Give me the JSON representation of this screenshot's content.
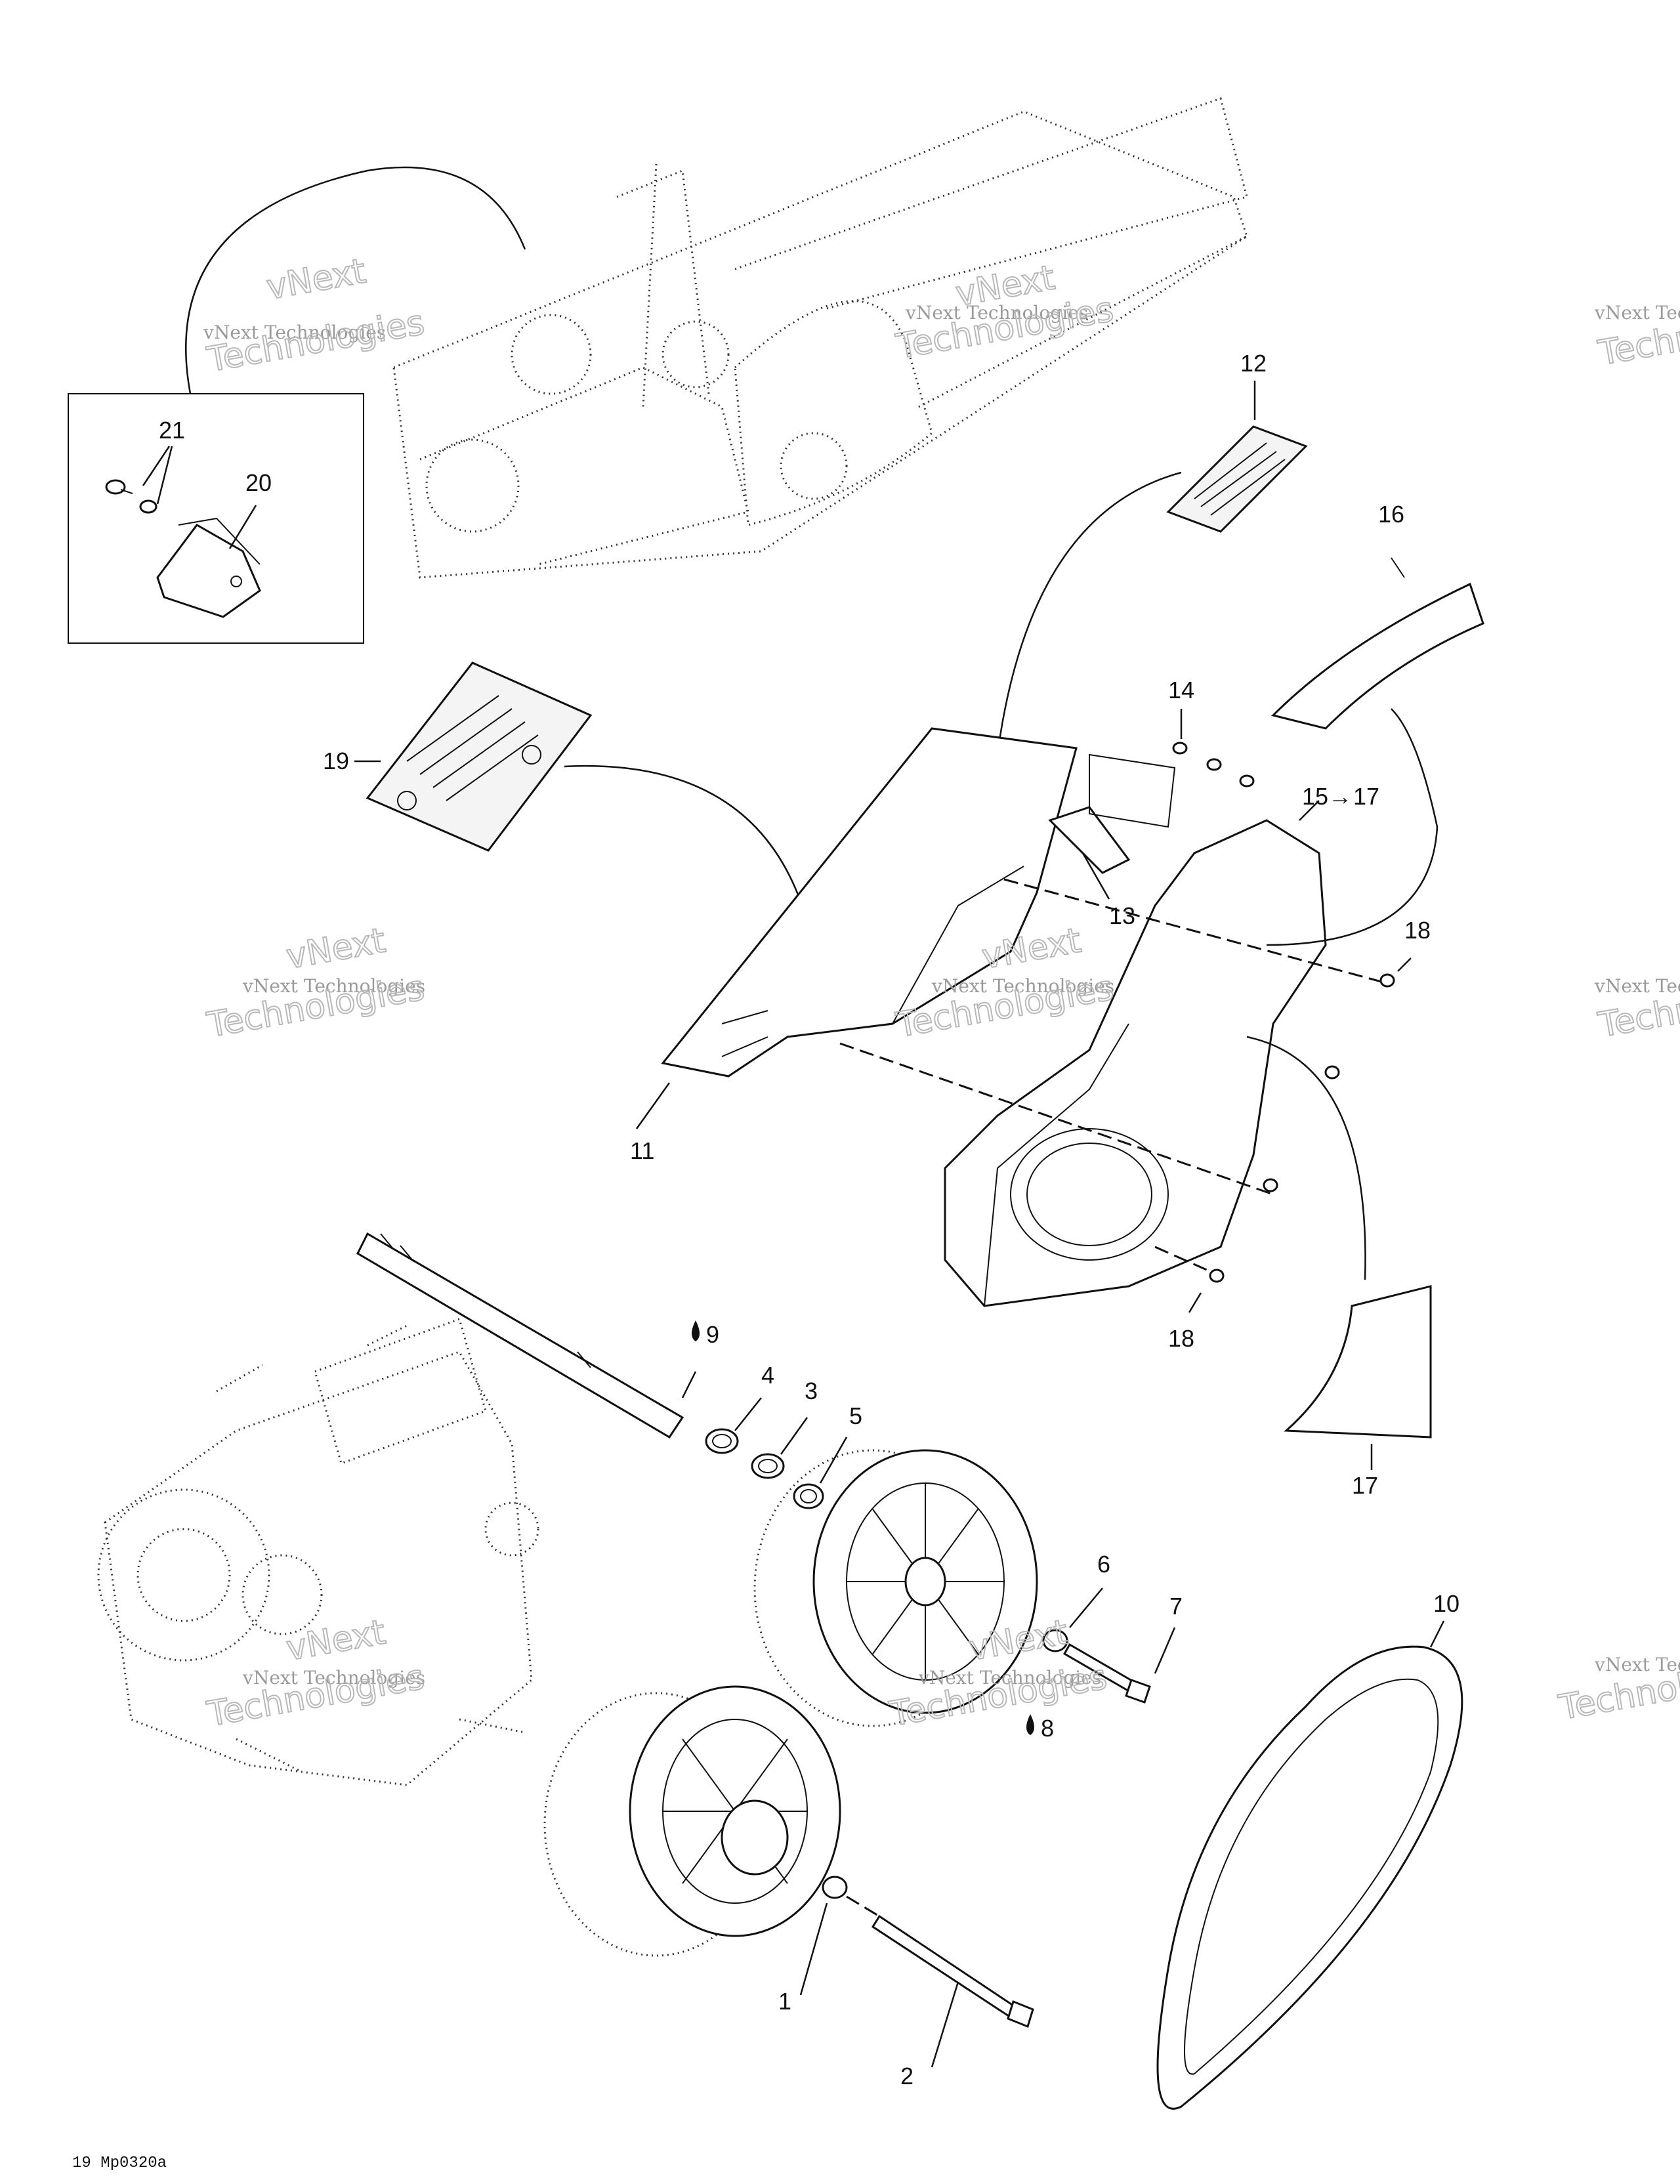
{
  "callouts": {
    "c1": "1",
    "c2": "2",
    "c3": "3",
    "c4": "4",
    "c5": "5",
    "c6": "6",
    "c7": "7",
    "c8": "8",
    "c9": "9",
    "c10": "10",
    "c11": "11",
    "c12": "12",
    "c13": "13",
    "c14": "14",
    "c15": "15",
    "c15_arrow": "→",
    "c15_to": "17",
    "c16": "16",
    "c17_top": "17",
    "c17_bottom": "17",
    "c18_top": "18",
    "c18_bottom": "18",
    "c19": "19",
    "c20": "20",
    "c21": "21"
  },
  "watermark": {
    "line1": "vNext Technologies",
    "line2a": "vNext",
    "line2b": "Technologies"
  },
  "footer": {
    "reference_code": "19 Mp0320a"
  },
  "icons": {
    "oil": "oil-drop-icon"
  },
  "colors": {
    "ink": "#111111",
    "watermark": "#9a9a9a"
  }
}
